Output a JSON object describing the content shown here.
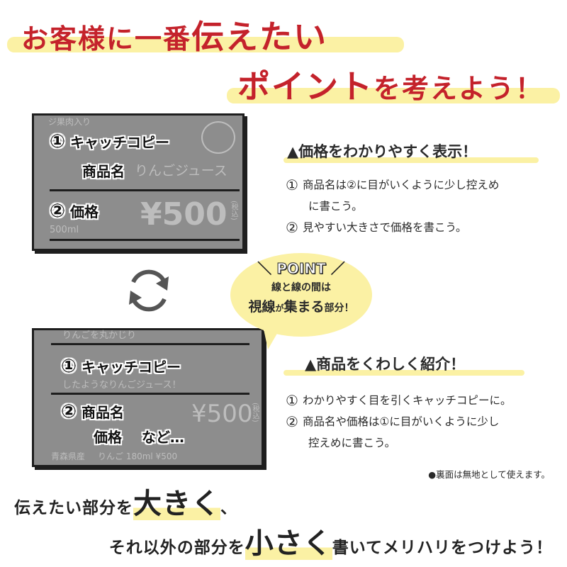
{
  "title": {
    "line1_a": "お客様に一番",
    "line1_b": "伝えたい",
    "line2_a": "ポイント",
    "line2_b": "を考えよう！"
  },
  "board1": {
    "chalk": {
      "sub": "ジ果肉入り",
      "name": "りんごジュース",
      "volume": "500ml",
      "price": "¥500",
      "tax": "(税込)"
    },
    "label1_num": "①",
    "label1_a": "キャッチコピー",
    "label1_b": "商品名",
    "label2_num": "②",
    "label2": "価格"
  },
  "board2": {
    "chalk": {
      "line1": "りんごを丸かじり",
      "line2": "したようなりんごジュース！",
      "line3": "青森県産",
      "line4": "りんご 180ml ¥500",
      "price": "¥500",
      "tax": "(税込)"
    },
    "label1_num": "①",
    "label1": "キャッチコピー",
    "label2_num": "②",
    "label2_a": "商品名",
    "label2_b": "価格",
    "label2_c": "など…"
  },
  "point": {
    "heading": "POINT",
    "line1": "線と線の間は",
    "line2_a": "視線",
    "line2_b": "が",
    "line2_c": "集まる",
    "line2_d": "部分！"
  },
  "section1": {
    "heading": "▲価格をわかりやすく表示！",
    "items": [
      {
        "num": "①",
        "text": "商品名は②に目がいくように少し控えめ",
        "cont": "に書こう。"
      },
      {
        "num": "②",
        "text": "見やすい大きさで価格を書こう。"
      }
    ]
  },
  "section2": {
    "heading": "▲商品をくわしく紹介！",
    "items": [
      {
        "num": "①",
        "text": "わかりやすく目を引くキャッチコピーに。"
      },
      {
        "num": "②",
        "text": "商品名や価格は①に目がいくように少し",
        "cont": "控えめに書こう。"
      }
    ]
  },
  "note": "●裏面は無地として使えます。",
  "bottom": {
    "l1_a": "伝えたい部分を",
    "l1_em": "大きく",
    "l1_b": "、",
    "l2_a": "それ以外の部分を",
    "l2_em": "小さく",
    "l2_b": "書いてメリハリをつけよう！"
  },
  "colors": {
    "title_red": "#c4222b",
    "highlight": "#fbf1a4",
    "board": "#8d8d8d"
  }
}
